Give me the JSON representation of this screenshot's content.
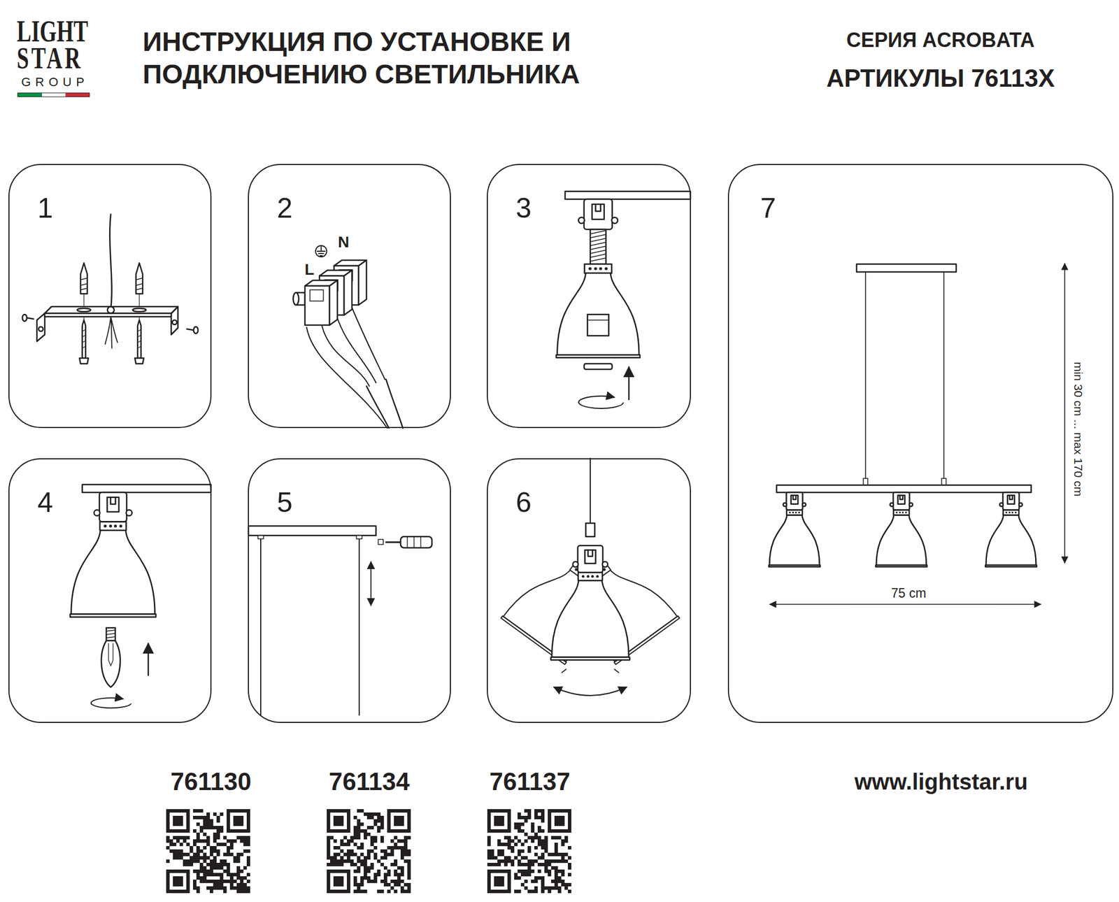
{
  "diagram": {
    "title": "ИНСТРУКЦИЯ ПО УСТАНОВКЕ И ПОДКЛЮЧЕНИЮ СВЕТИЛЬНИКА",
    "nodes": [
      {
        "text": [
          "1"
        ]
      },
      {
        "text": [
          "2",
          "N",
          "L"
        ]
      },
      {
        "text": [
          "3"
        ]
      },
      {
        "text": [
          "4"
        ]
      },
      {
        "text": [
          "5"
        ]
      },
      {
        "text": [
          "6"
        ]
      },
      {
        "text": [
          "7",
          "min 30 cm ... max 170 cm",
          "75 cm"
        ]
      }
    ],
    "labels": [
      "LIGHT",
      "STAR",
      "GROUP",
      "СЕРИЯ ACROBATA",
      "АРТИКУЛЫ 76113X",
      "761130",
      "761134",
      "761137",
      "www.lightstar.ru"
    ]
  }
}
